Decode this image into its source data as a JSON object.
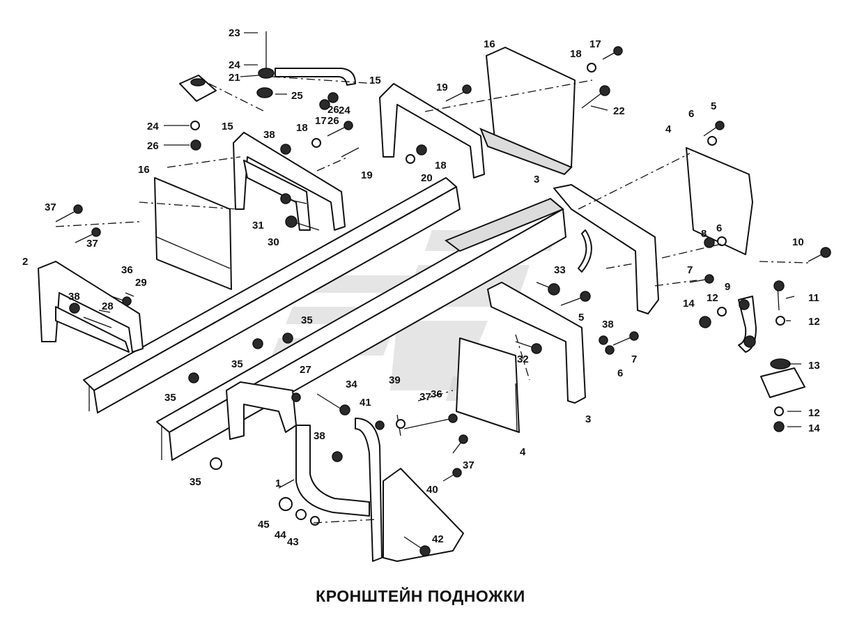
{
  "caption": "КРОНШТЕЙН ПОДНОЖКИ",
  "callouts": [
    {
      "text": "23"
    },
    {
      "text": "24"
    },
    {
      "text": "21"
    },
    {
      "text": "25"
    },
    {
      "text": "24"
    },
    {
      "text": "26"
    },
    {
      "text": "17"
    },
    {
      "text": "26"
    },
    {
      "text": "24"
    },
    {
      "text": "26"
    },
    {
      "text": "18"
    },
    {
      "text": "15"
    },
    {
      "text": "38"
    },
    {
      "text": "19"
    },
    {
      "text": "16"
    },
    {
      "text": "37"
    },
    {
      "text": "37"
    },
    {
      "text": "36"
    },
    {
      "text": "2"
    },
    {
      "text": "38"
    },
    {
      "text": "28"
    },
    {
      "text": "29"
    },
    {
      "text": "31"
    },
    {
      "text": "30"
    },
    {
      "text": "15"
    },
    {
      "text": "19"
    },
    {
      "text": "18"
    },
    {
      "text": "20"
    },
    {
      "text": "16"
    },
    {
      "text": "18"
    },
    {
      "text": "17"
    },
    {
      "text": "22"
    },
    {
      "text": "4"
    },
    {
      "text": "6"
    },
    {
      "text": "5"
    },
    {
      "text": "3"
    },
    {
      "text": "8"
    },
    {
      "text": "6"
    },
    {
      "text": "10"
    },
    {
      "text": "7"
    },
    {
      "text": "33"
    },
    {
      "text": "5"
    },
    {
      "text": "9"
    },
    {
      "text": "14"
    },
    {
      "text": "12"
    },
    {
      "text": "11"
    },
    {
      "text": "12"
    },
    {
      "text": "38"
    },
    {
      "text": "7"
    },
    {
      "text": "6"
    },
    {
      "text": "32"
    },
    {
      "text": "13"
    },
    {
      "text": "3"
    },
    {
      "text": "12"
    },
    {
      "text": "14"
    },
    {
      "text": "35"
    },
    {
      "text": "35"
    },
    {
      "text": "35"
    },
    {
      "text": "27"
    },
    {
      "text": "34"
    },
    {
      "text": "39"
    },
    {
      "text": "41"
    },
    {
      "text": "37"
    },
    {
      "text": "36"
    },
    {
      "text": "4"
    },
    {
      "text": "38"
    },
    {
      "text": "37"
    },
    {
      "text": "40"
    },
    {
      "text": "35"
    },
    {
      "text": "1"
    },
    {
      "text": "45"
    },
    {
      "text": "44"
    },
    {
      "text": "43"
    },
    {
      "text": "42"
    }
  ]
}
